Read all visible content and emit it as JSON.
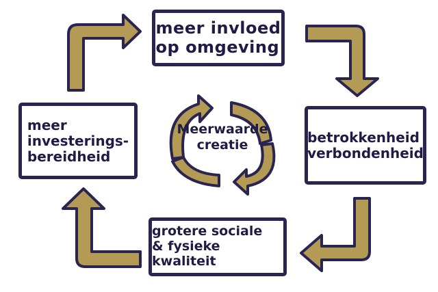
{
  "diagram": {
    "nodes": {
      "top": "meer invloed\nop omgeving",
      "right": "betrokkenheid\nverbondenheid",
      "bottom": "grotere sociale\n& fysieke kwaliteit",
      "left": "meer\ninvesterings-\nbereidheid",
      "center": "Meerwaarde\ncreatie"
    },
    "colors": {
      "arrow_fill": "#b39b55",
      "outline": "#2a2550",
      "text": "#1f1b45"
    }
  }
}
